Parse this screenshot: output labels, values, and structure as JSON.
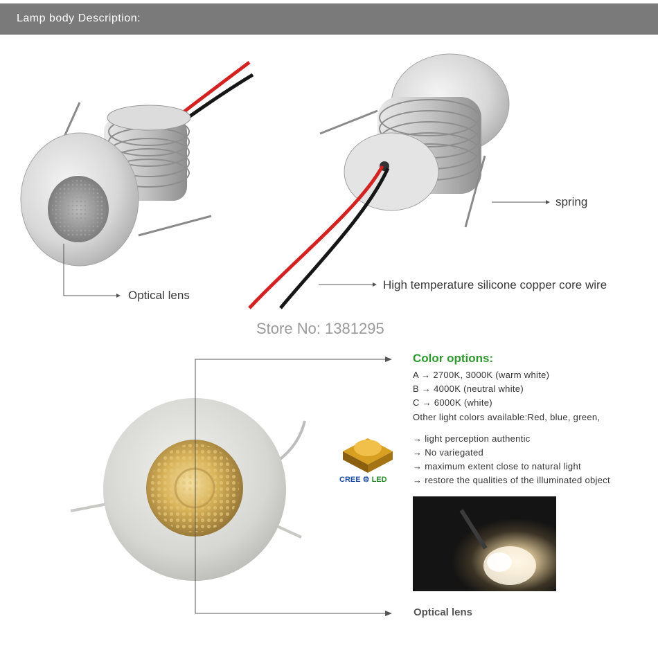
{
  "header": {
    "title": "Lamp body Description:"
  },
  "callouts": {
    "optical_lens": "Optical lens",
    "spring": "spring",
    "wire": "High temperature silicone copper core wire"
  },
  "store": {
    "text": "Store No: 1381295"
  },
  "color_options": {
    "title": "Color options:",
    "options": [
      "A → 2700K, 3000K (warm white)",
      "B → 4000K (neutral white)",
      "C → 6000K (white)",
      "Other light colors available:Red, blue, green,"
    ]
  },
  "features": [
    "→ light perception authentic",
    "→ No variegated",
    "→ maximum extent close to natural light",
    "→ restore the qualities of the illuminated object"
  ],
  "badge": {
    "brand": "CREE",
    "suffix": "LED"
  },
  "bottom_label": "Optical lens"
}
